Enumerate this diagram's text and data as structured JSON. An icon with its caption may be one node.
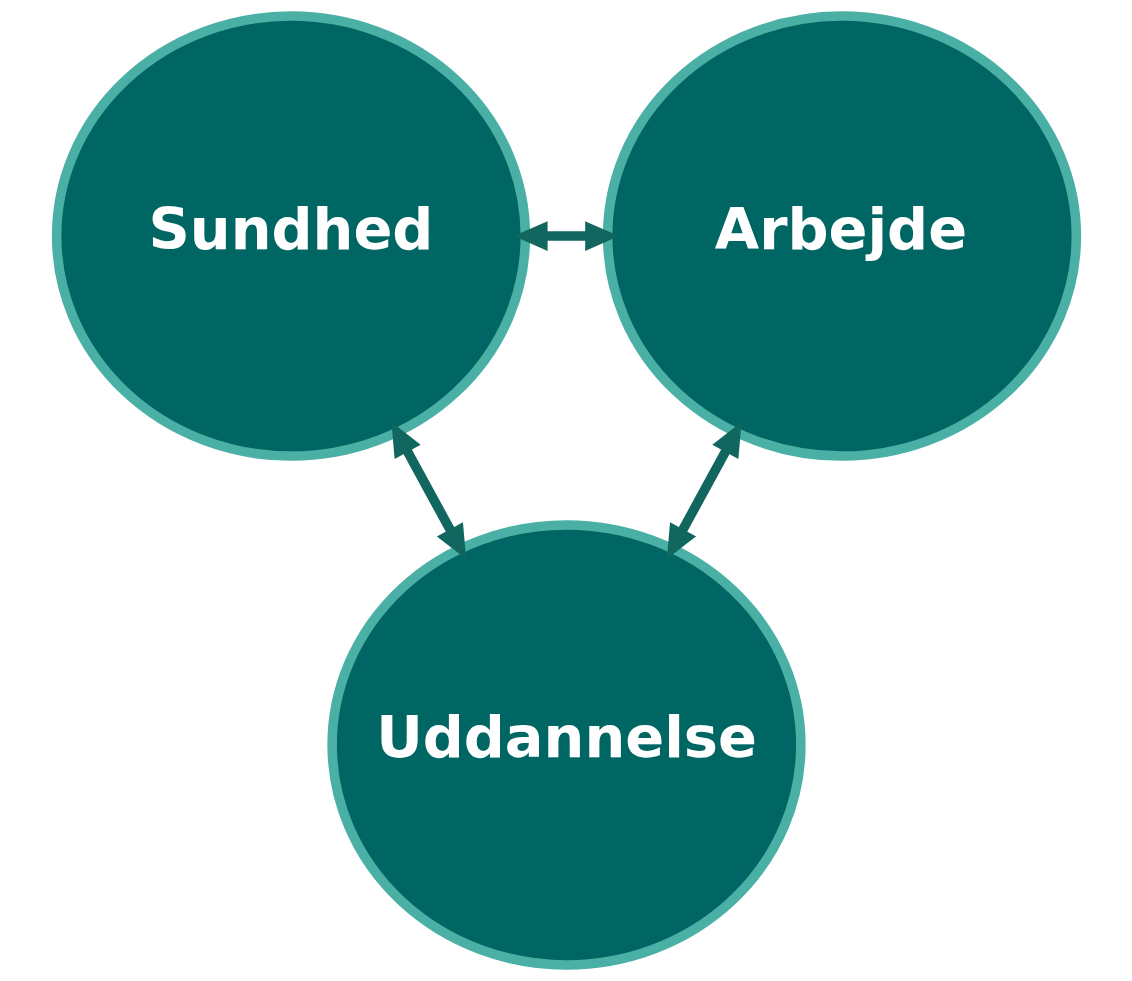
{
  "diagram": {
    "nodes": [
      {
        "text": [
          "Sundhed"
        ]
      },
      {
        "text": [
          "Arbejde"
        ]
      },
      {
        "text": [
          "Uddannelse"
        ]
      }
    ],
    "edges": [
      {
        "from": 0,
        "to": 1,
        "arrow": "both"
      },
      {
        "from": 0,
        "to": 2,
        "arrow": "both"
      },
      {
        "from": 1,
        "to": 2,
        "arrow": "both"
      }
    ]
  }
}
